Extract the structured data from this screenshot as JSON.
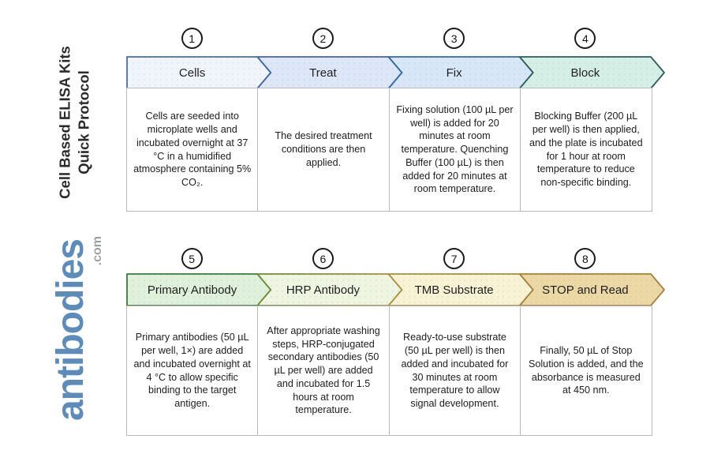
{
  "sidebar": {
    "title_line1": "Cell Based ELISA Kits",
    "title_line2": "Quick Protocol",
    "title_color": "#2b2b2b",
    "logo_text": "antibodies",
    "logo_suffix": ".com",
    "logo_color": "#5d8cbb",
    "logo_suffix_color": "#9fa0a2"
  },
  "steps": [
    {
      "number": "1",
      "label": "Cells",
      "description": "Cells are seeded into microplate wells and incubated overnight at 37 °C in a humidified atmosphere containing 5% CO₂.",
      "fill": "#f0f5fc",
      "stroke": "#4a6fa5"
    },
    {
      "number": "2",
      "label": "Treat",
      "description": "The desired treatment conditions are then applied.",
      "fill": "#dee7f8",
      "stroke": "#4464a7"
    },
    {
      "number": "3",
      "label": "Fix",
      "description": "Fixing solution (100 µL per well) is added for 20 minutes at room temperature. Quenching Buffer (100 µL) is then added for 20 minutes at room temperature.",
      "fill": "#d7e7f8",
      "stroke": "#33699e"
    },
    {
      "number": "4",
      "label": "Block",
      "description": "Blocking Buffer (200 µL per well) is then applied, and the plate is incubated for 1 hour at room temperature to reduce non-specific binding.",
      "fill": "#d6efe6",
      "stroke": "#2f5f59"
    },
    {
      "number": "5",
      "label": "Primary Antibody",
      "description": "Primary antibodies (50 µL per well, 1×) are added and incubated overnight at 4 °C to allow specific binding to the target antigen.",
      "fill": "#dff0db",
      "stroke": "#40793b"
    },
    {
      "number": "6",
      "label": "HRP Antibody",
      "description": "After appropriate washing steps, HRP-conjugated secondary antibodies (50 µL per well) are added and incubated for 1.5 hours at room temperature.",
      "fill": "#eef5e0",
      "stroke": "#6d8b3a",
      "stroke_end": "#b28e41"
    },
    {
      "number": "7",
      "label": "TMB Substrate",
      "description": "Ready-to-use substrate (50 µL per well) is then added and incubated for 30 minutes at room temperature to allow signal development.",
      "fill": "#f8f3d5",
      "stroke": "#aa9043"
    },
    {
      "number": "8",
      "label": "STOP and Read",
      "description": "Finally, 50 µL of Stop Solution is added, and the absorbance is measured at 450 nm.",
      "fill": "#ebd8a5",
      "stroke": "#a5823d"
    }
  ]
}
